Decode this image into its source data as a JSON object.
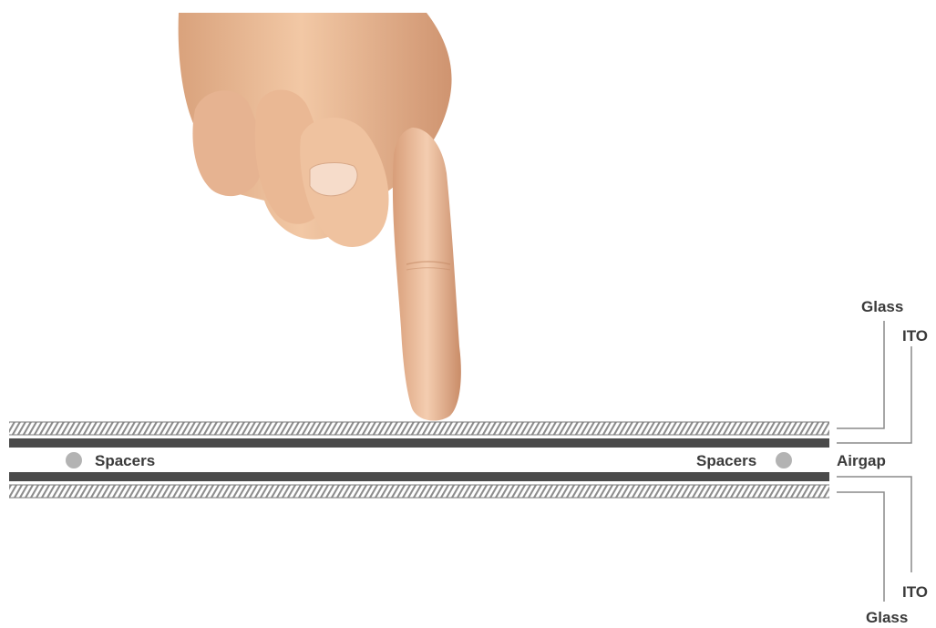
{
  "labels": {
    "glass_top": "Glass",
    "ito_top": "ITO",
    "spacers_left": "Spacers",
    "spacers_right": "Spacers",
    "airgap": "Airgap",
    "ito_bottom": "ITO",
    "glass_bottom": "Glass"
  },
  "colors": {
    "glass_hatch": "#8c8c8c",
    "ito_layer": "#4a4a4a",
    "spacer": "#b3b3b3",
    "leader_line": "#8a8a8a",
    "label_text": "#3a3a3a",
    "skin": "#e8b994"
  },
  "icons": {
    "hand": "pointing-finger-icon"
  }
}
